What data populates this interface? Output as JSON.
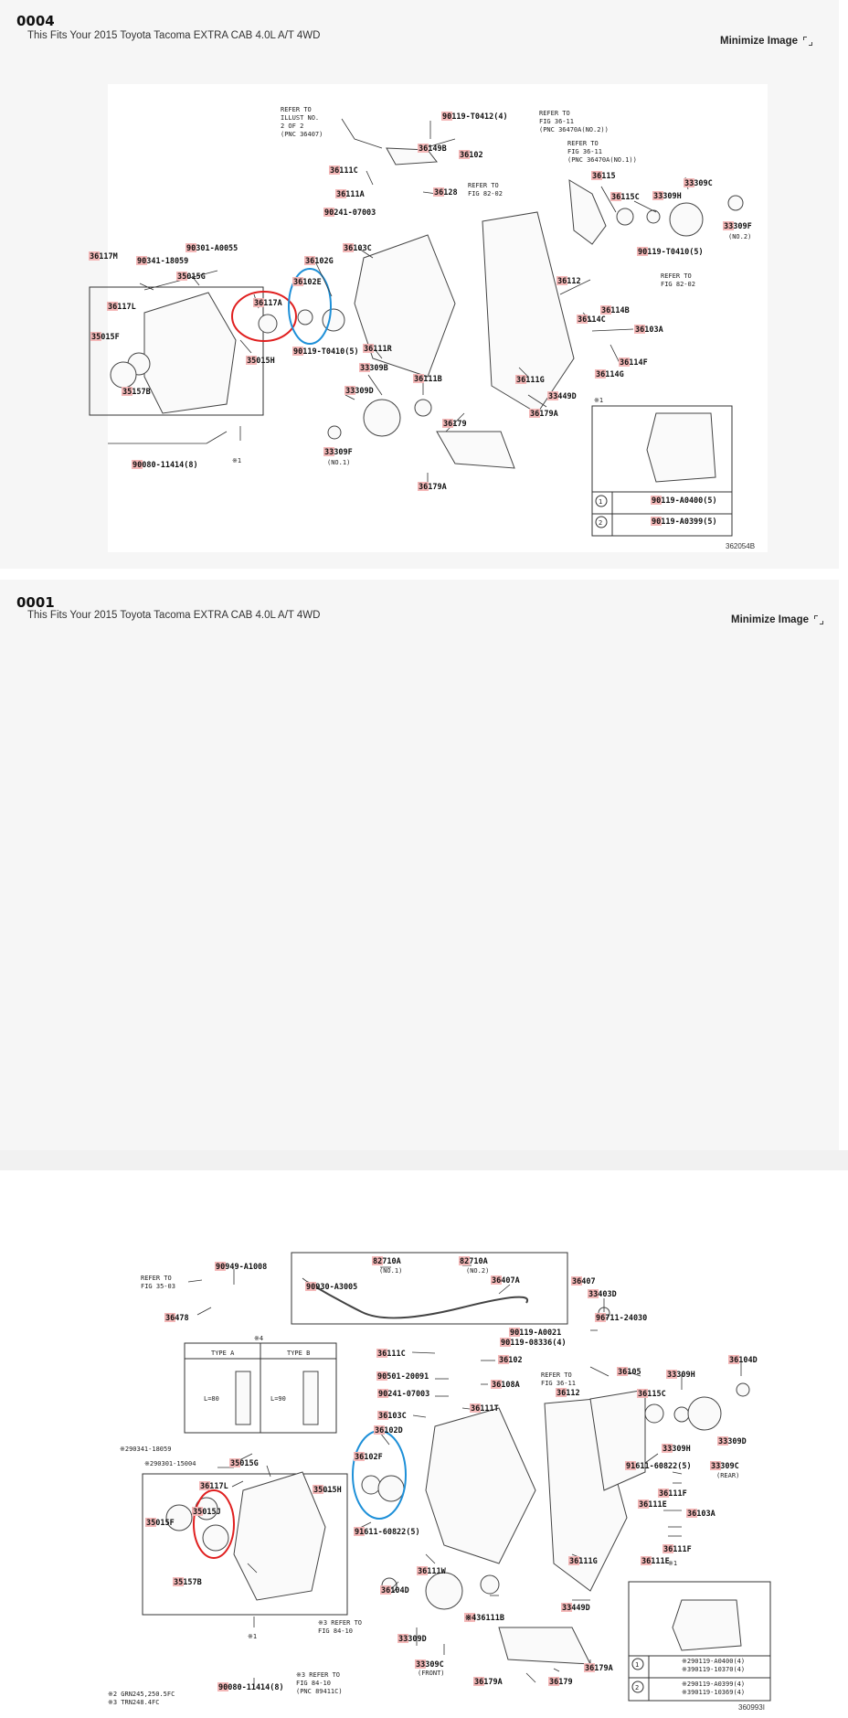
{
  "cards": [
    {
      "id": "0004",
      "subtitle": "This Fits Your 2015 Toyota Tacoma EXTRA CAB 4.0L A/T 4WD",
      "minimize_label": "Minimize Image",
      "diagram_code": "362054B",
      "labels": {
        "refer_illust": [
          "REFER TO",
          "ILLUST NO.",
          "2 OF 2",
          "(PNC 36407)"
        ],
        "l90119_T0412": "90119-T0412(4)",
        "refer_36_11a": [
          "REFER TO",
          "FIG 36-11",
          "(PNC 36470A(NO.2))"
        ],
        "refer_36_11b": [
          "REFER TO",
          "FIG 36-11",
          "(PNC 36470A(NO.1))"
        ],
        "l36149B": "36149B",
        "l36102": "36102",
        "l36111C": "36111C",
        "l36111A": "36111A",
        "l36128": "36128",
        "refer_82_02a": [
          "REFER TO",
          "FIG 82-02"
        ],
        "l90241": "90241-07003",
        "l36115": "36115",
        "l36115C": "36115C",
        "l33309H": "33309H",
        "l33309C": "33309C",
        "l33309F_top": "33309F",
        "no2": "(NO.2)",
        "l36117M": "36117M",
        "l90301": "90301-A0055",
        "l90341": "90341-18059",
        "l35015G": "35015G",
        "l36102G": "36102G",
        "l36103C": "36103C",
        "l90119_T0410a": "90119-T0410(5)",
        "refer_82_02b": [
          "REFER TO",
          "FIG 82-02"
        ],
        "l36102E": "36102E",
        "l36117L": "36117L",
        "l36117A": "36117A",
        "l36112": "36112",
        "l36114B": "36114B",
        "l36114C": "36114C",
        "l36103A": "36103A",
        "l35015F": "35015F",
        "l35015H": "35015H",
        "l90119_T0410b": "90119-T0410(5)",
        "l36111R": "36111R",
        "l36114F": "36114F",
        "l36114G": "36114G",
        "l33309B": "33309B",
        "l35157B": "35157B",
        "l36111B": "36111B",
        "l36111G": "36111G",
        "l33309D": "33309D",
        "l33449D": "33449D",
        "star1a": "※1",
        "l36179": "36179",
        "l36179A_r": "36179A",
        "l33309F": "33309F",
        "no1": "(NO.1)",
        "l90080": "90080-11414(8)",
        "star1b": "※1",
        "l36179A": "36179A",
        "inset_1": "1",
        "inset_2": "2",
        "inset_bolt1": "90119-A0400(5)",
        "inset_bolt2": "90119-A0399(5)"
      }
    },
    {
      "id": "0001",
      "subtitle": "This Fits Your 2015 Toyota Tacoma EXTRA CAB 4.0L A/T 4WD",
      "minimize_label": "Minimize Image",
      "diagram_code": "360993I",
      "labels": {
        "refer_35_03": [
          "REFER TO",
          "FIG 35-03"
        ],
        "l90949": "90949-A1008",
        "l82710A_1": "82710A",
        "no1a": "(NO.1)",
        "l82710A_2": "82710A",
        "no2a": "(NO.2)",
        "l90930": "90930-A3005",
        "l36407A": "36407A",
        "l36407": "36407",
        "l33403D": "33403D",
        "l36478": "36478",
        "l96711": "96711-24030",
        "star4": "※4",
        "type_a": "TYPE A",
        "type_b": "TYPE B",
        "l80": "L=80",
        "l90": "L=90",
        "l90119_A0021": "90119-A0021",
        "l90119_08336": "90119-08336(4)",
        "l36111C": "36111C",
        "l36102": "36102",
        "l36104D_top": "36104D",
        "l90501": "90501-20091",
        "refer_36_11": [
          "REFER TO",
          "FIG 36-11"
        ],
        "l36105": "36105",
        "l33309H_top": "33309H",
        "l90241": "90241-07003",
        "l36108A": "36108A",
        "l36112": "36112",
        "l36115C": "36115C",
        "l36111T": "36111T",
        "l36103C": "36103C",
        "l36102D": "36102D",
        "l290341": "※290341-18059",
        "l36102F": "36102F",
        "l33309H_mid": "33309H",
        "l33309D_r": "33309D",
        "l290301": "※290301-15004",
        "l35015G": "35015G",
        "l91611_a": "91611-60822(5)",
        "l33309C": "33309C",
        "rear": "(REAR)",
        "l36117L": "36117L",
        "l35015H": "35015H",
        "l36111F_a": "36111F",
        "l36111E_a": "36111E",
        "l35015J": "35015J",
        "l35015F": "35015F",
        "l91611_b": "91611-60822(5)",
        "l36103A": "36103A",
        "l36111F_b": "36111F",
        "l36111E_b": "36111E",
        "l36111G": "36111G",
        "l35157B": "35157B",
        "l36111W": "36111W",
        "star1a": "※1",
        "l36104D": "36104D",
        "l36111B": "※436111B",
        "l33449D": "33449D",
        "star3_refer": [
          "※3 REFER TO",
          "FIG 84-10"
        ],
        "l33309D": "33309D",
        "star1b": "※1",
        "l33309C_f": "33309C",
        "front": "(FRONT)",
        "l36179A_r": "36179A",
        "l90080": "90080-11414(8)",
        "star3_refer2": [
          "※3 REFER TO",
          "FIG 84-10",
          "(PNC 89411C)"
        ],
        "l36179A": "36179A",
        "l36179": "36179",
        "inset_1": "1",
        "inset_2": "2",
        "bolt1a": "※290119-A0400(4)",
        "bolt1b": "※390119-10370(4)",
        "bolt2a": "※290119-A0399(4)",
        "bolt2b": "※390119-10369(4)",
        "note2": "※2 GRN245,250.5FC",
        "note3": "※3 TRN248.4FC"
      }
    }
  ],
  "colors": {
    "card_bg": "#f6f6f6",
    "highlight_label": "#f4b8b8",
    "red_circle": "#e02020",
    "blue_circle": "#1e90d8"
  }
}
